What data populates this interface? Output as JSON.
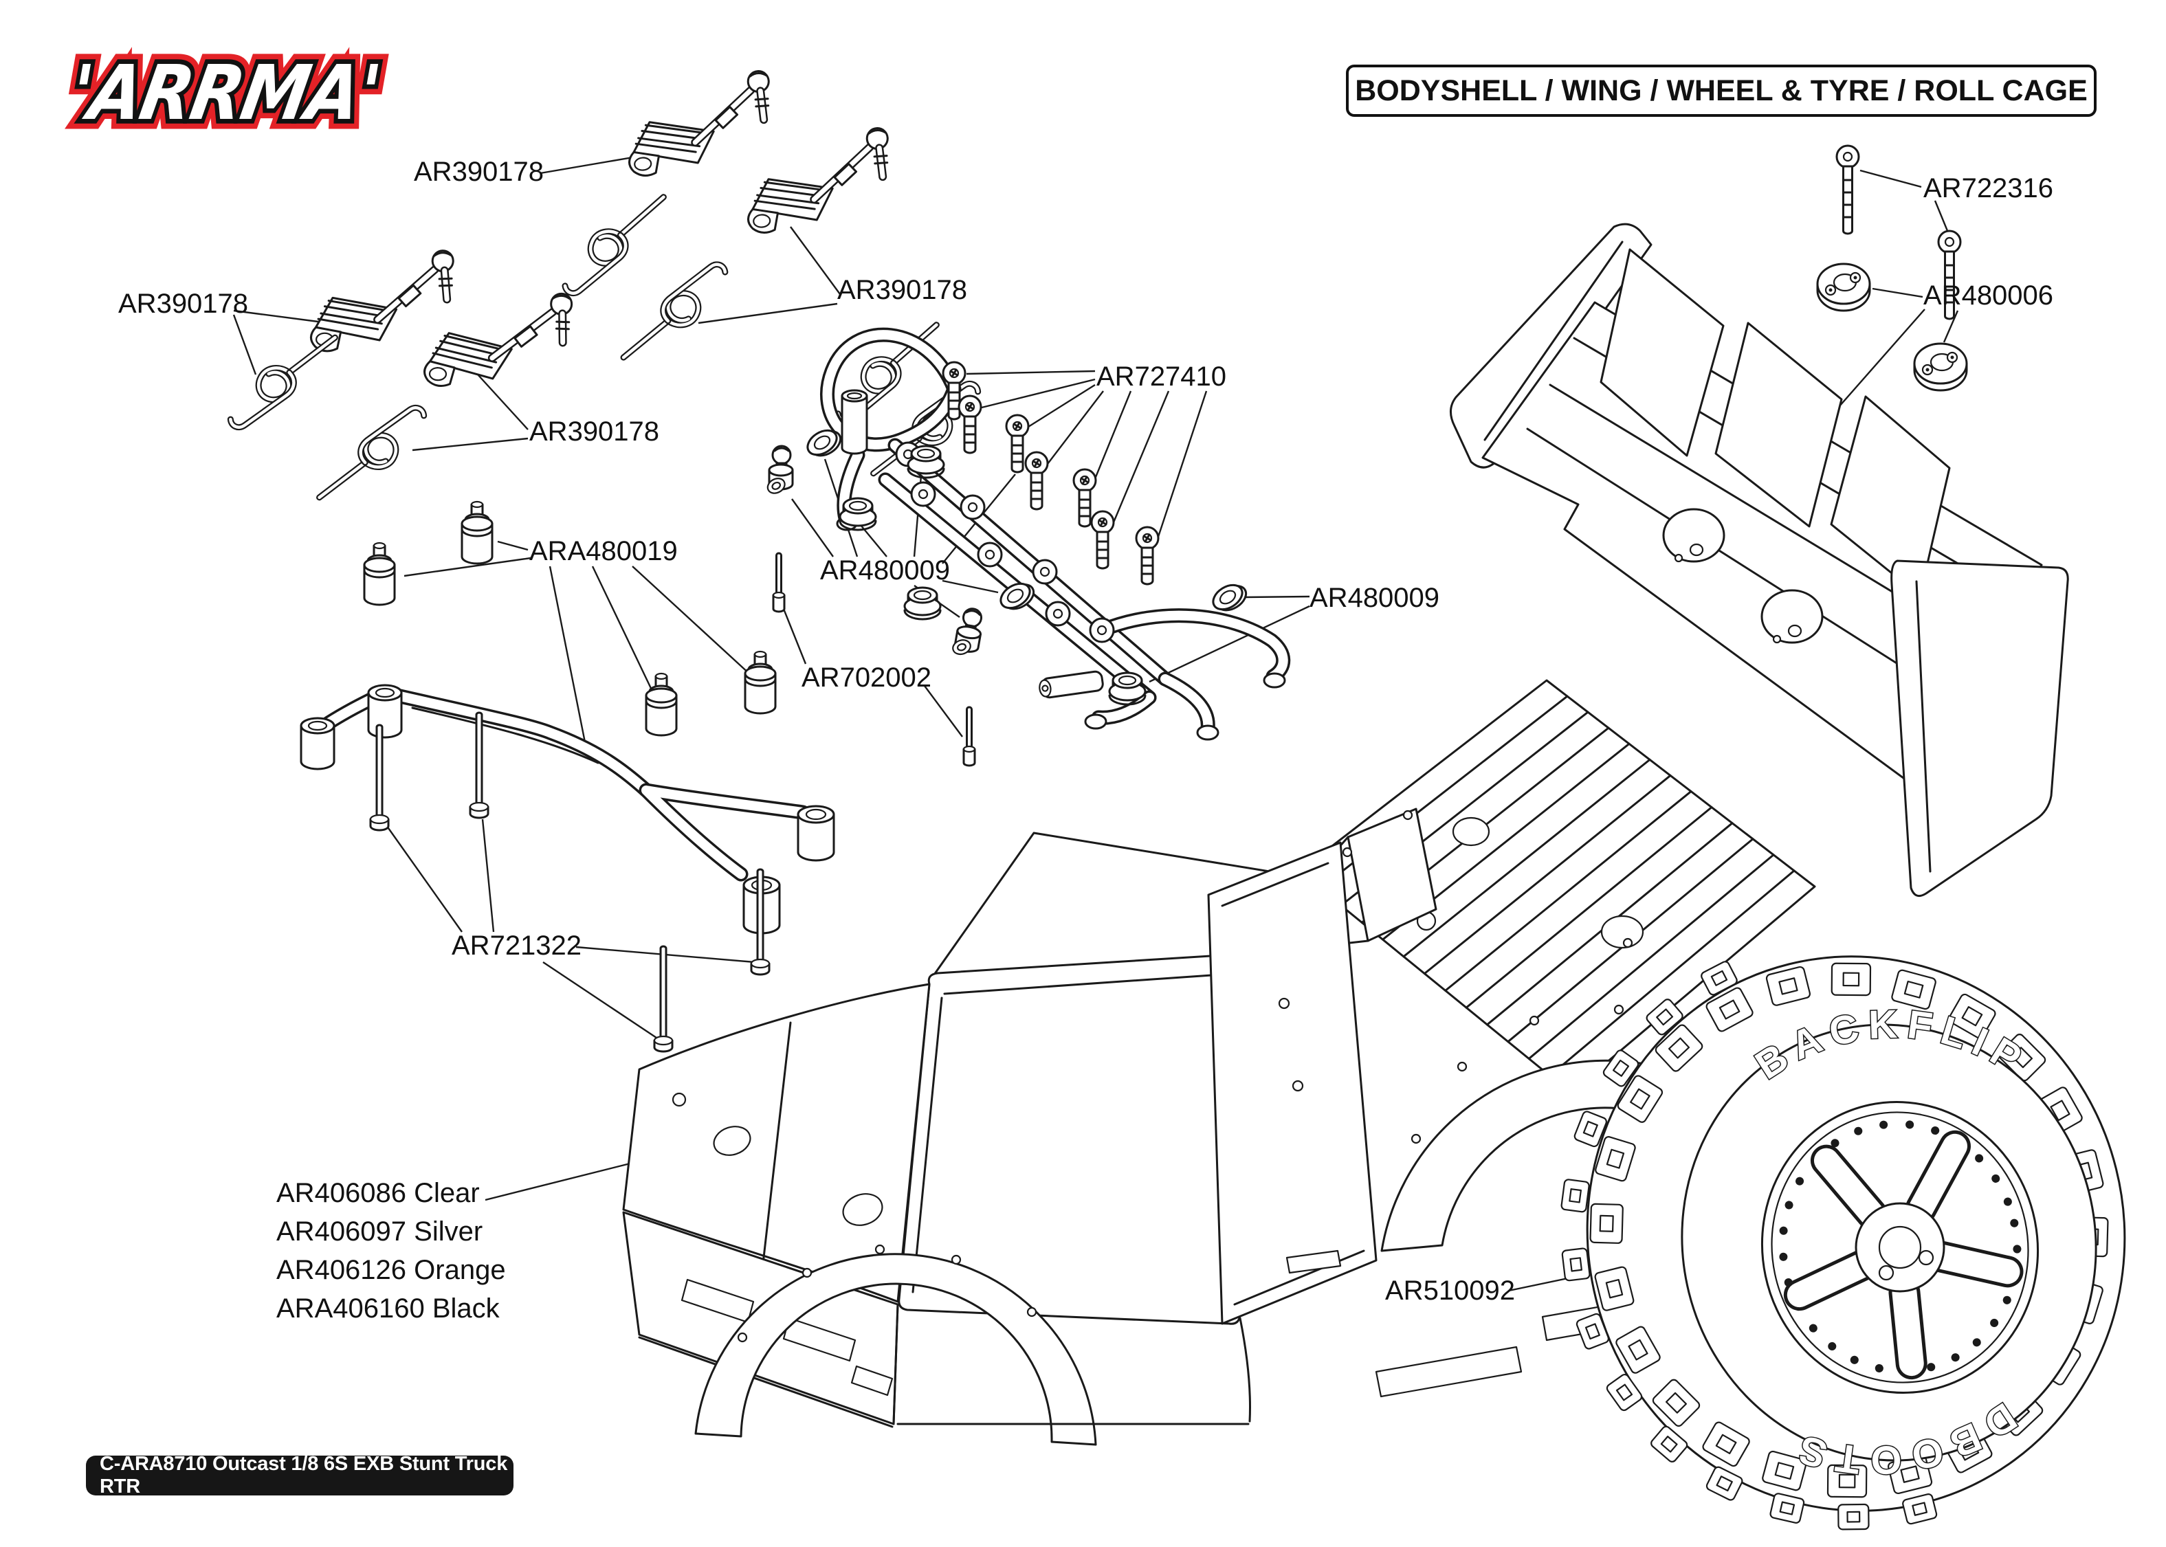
{
  "page": {
    "brand_logo": "'ARRMA'",
    "title": "BODYSHELL / WING / WHEEL & TYRE / ROLL CAGE",
    "footer_code": "C-ARA8710 Outcast 1/8 6S EXB Stunt Truck RTR"
  },
  "part_labels": {
    "body_clip_mount": "AR390178",
    "roll_cage_screw": "AR727410",
    "wing_screw": "AR722316",
    "wing_washer": "AR480006",
    "cage_bushing": "AR480009",
    "body_mount_set": "ARA480019",
    "mount_screw": "AR702002",
    "body_pin": "AR721322",
    "wheel_tyre": "AR510092"
  },
  "bodyshell_options": [
    "AR406086 Clear",
    "AR406097 Silver",
    "AR406126 Orange",
    "ARA406160 Black"
  ],
  "tyre_markings": {
    "model": "BACKFLIP",
    "brand": "DBOOTS"
  },
  "colors": {
    "line": "#1a1a1a",
    "logo_red": "#e32227",
    "footer_bg": "#161616",
    "footer_text": "#ffffff",
    "paper": "#ffffff"
  }
}
